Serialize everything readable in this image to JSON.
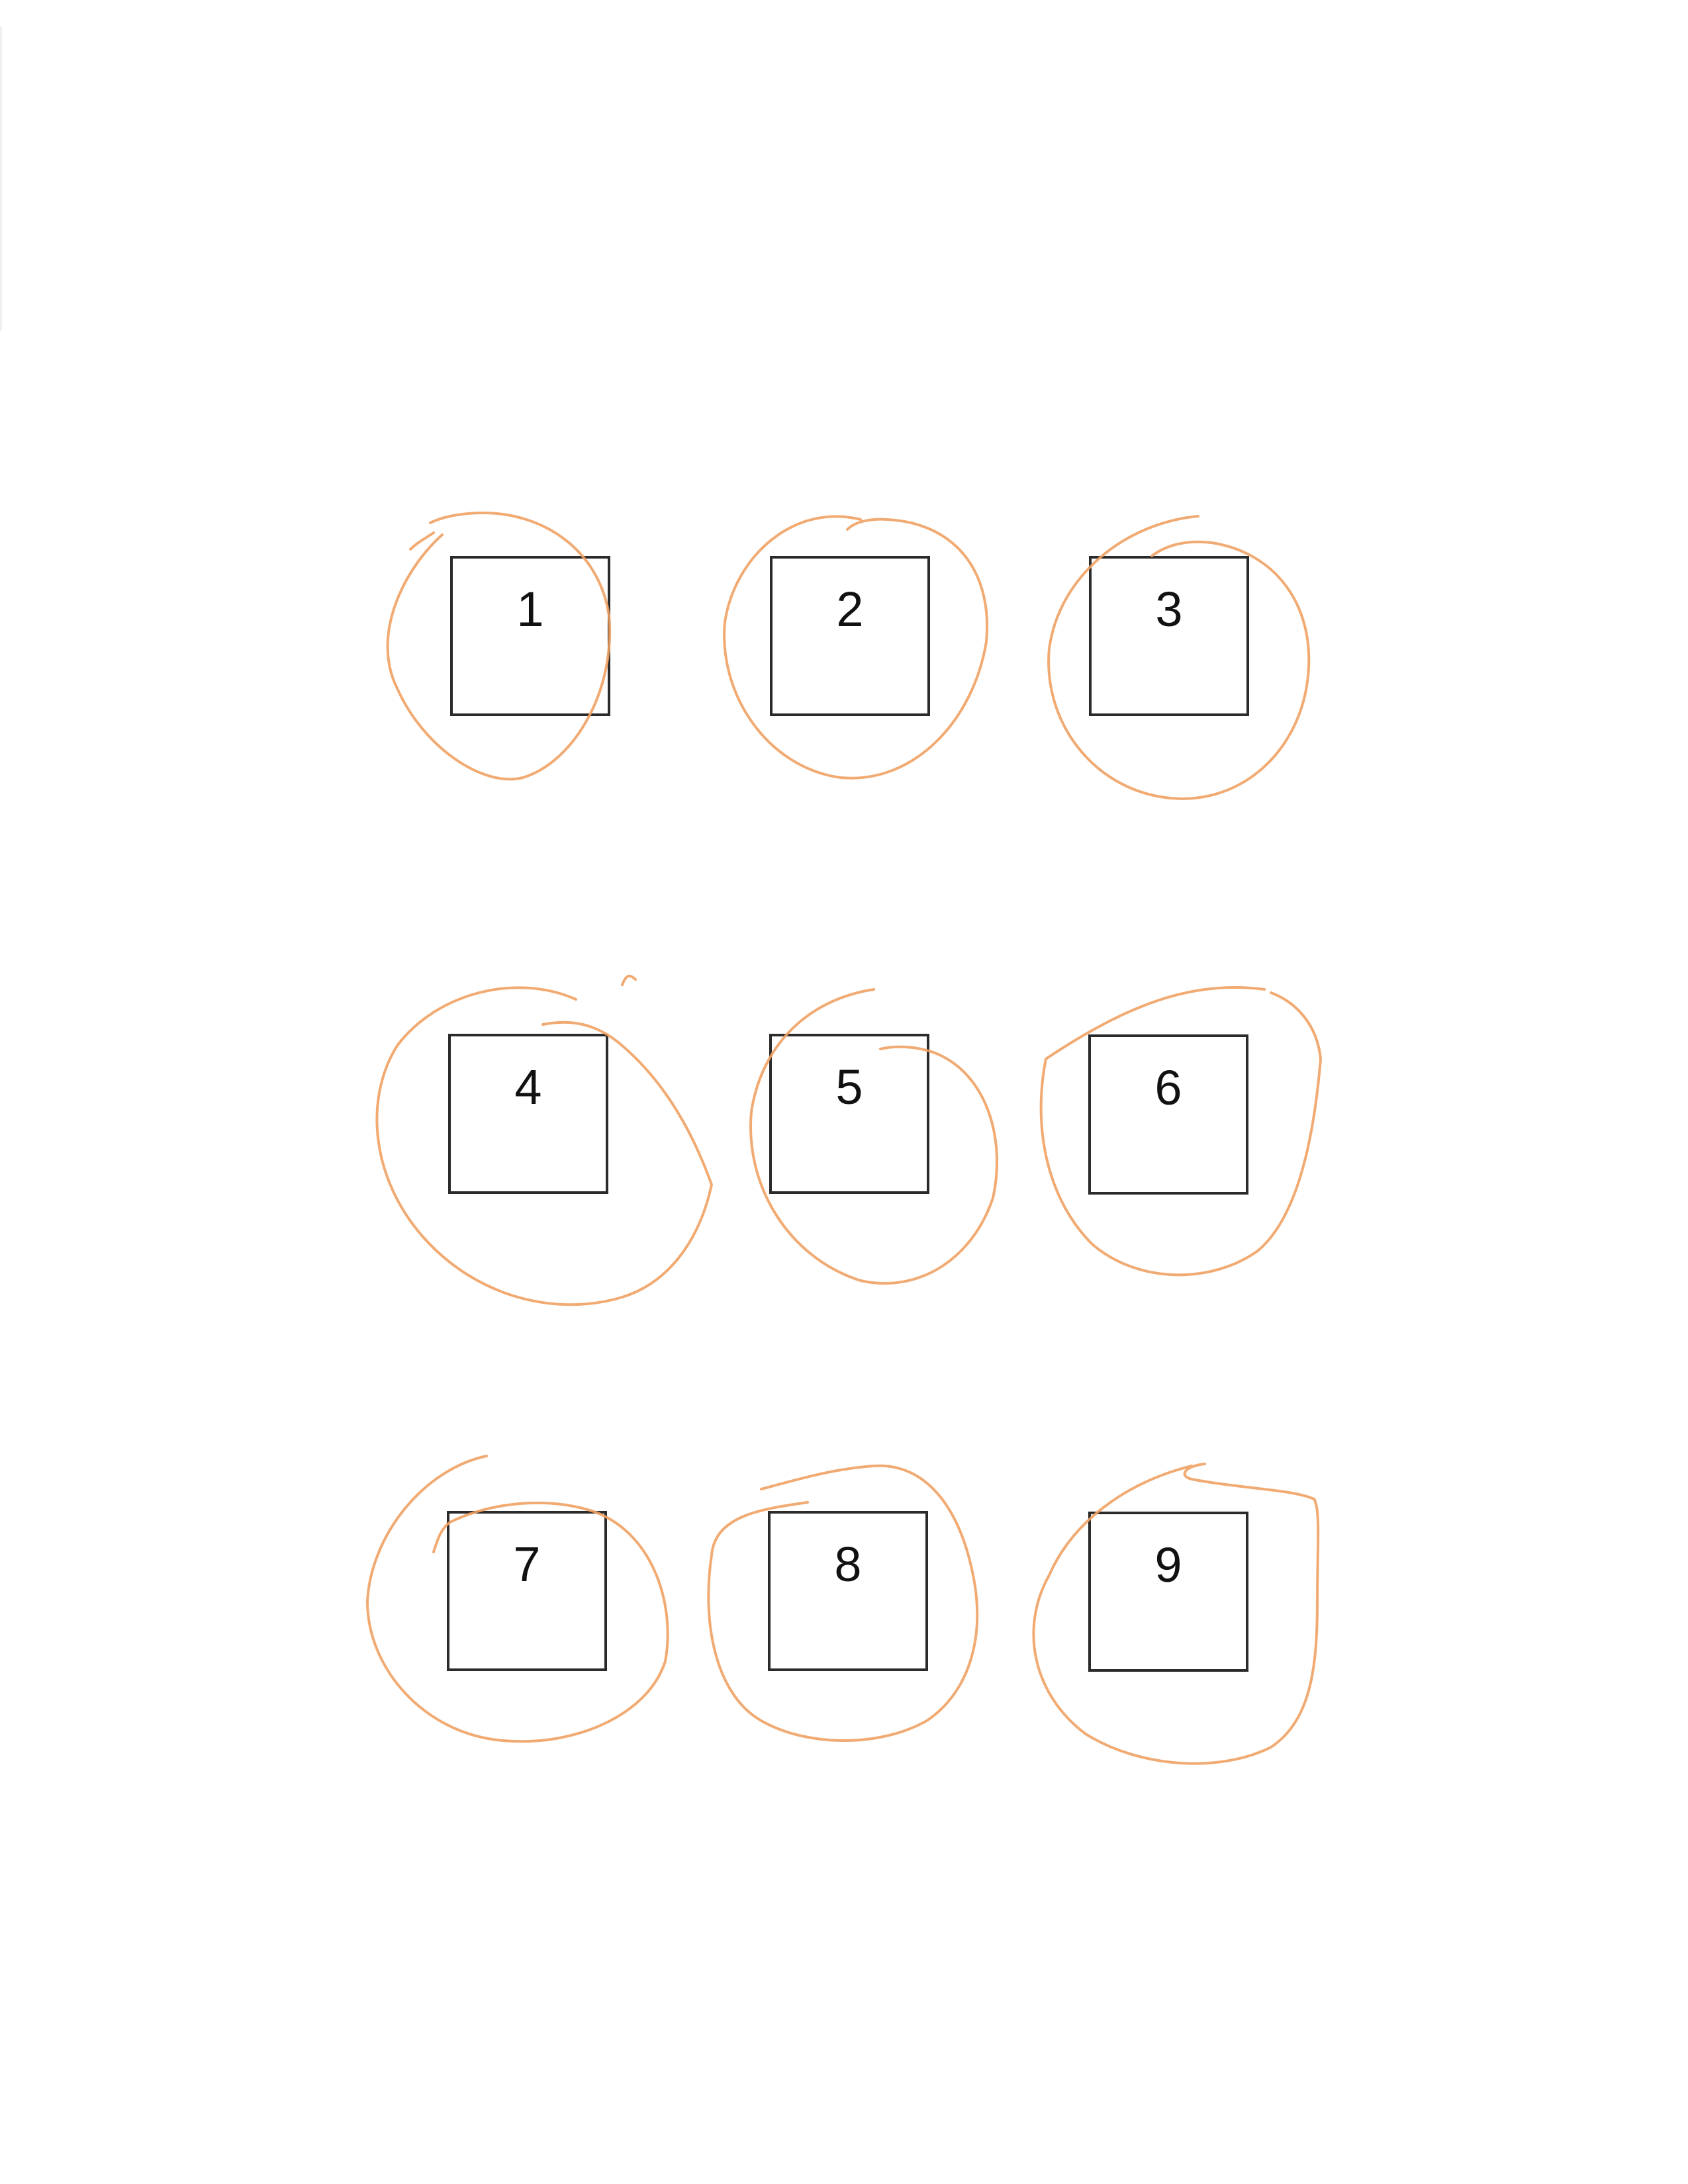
{
  "page": {
    "background": "#ffffff",
    "box_border_color": "#2b2b2b",
    "circle_color": "#f0a163"
  },
  "boxes": [
    {
      "label": "1",
      "circled": true
    },
    {
      "label": "2",
      "circled": true
    },
    {
      "label": "3",
      "circled": true
    },
    {
      "label": "4",
      "circled": true
    },
    {
      "label": "5",
      "circled": true
    },
    {
      "label": "6",
      "circled": true
    },
    {
      "label": "7",
      "circled": true
    },
    {
      "label": "8",
      "circled": true
    },
    {
      "label": "9",
      "circled": true
    }
  ]
}
